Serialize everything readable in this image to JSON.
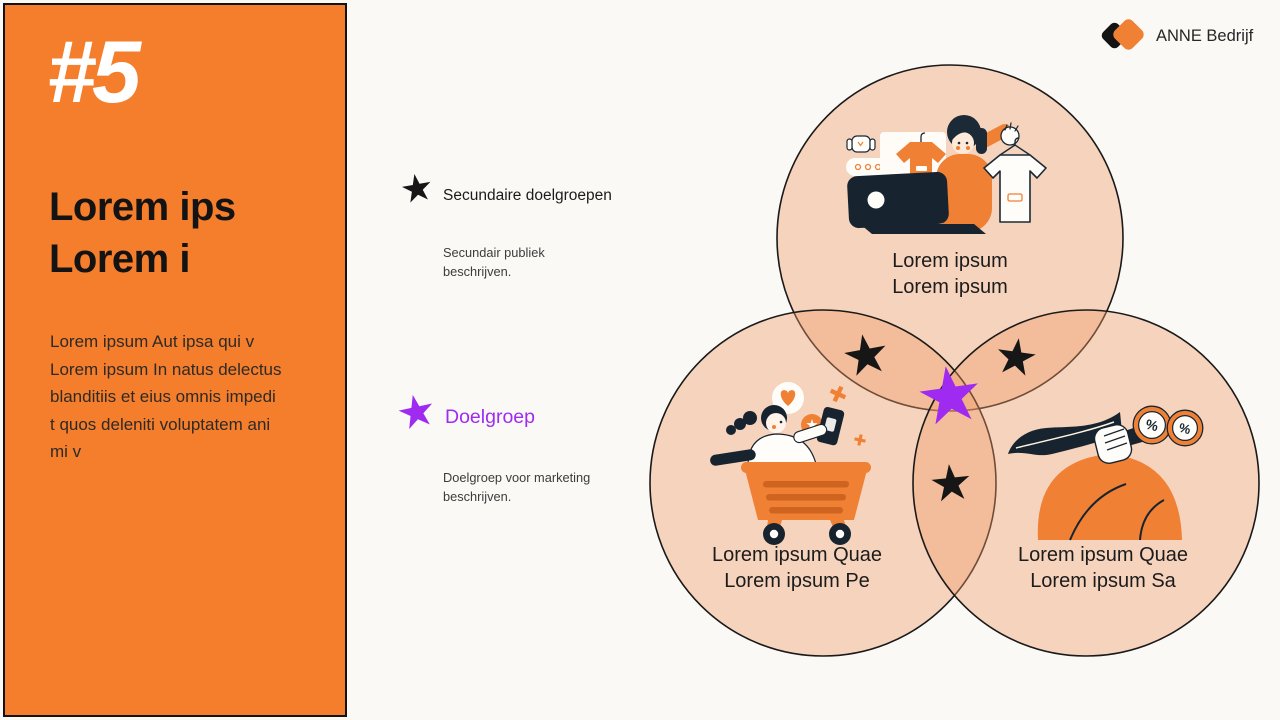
{
  "slide": {
    "number": "#5",
    "title_line1": "Lorem ips",
    "title_line2": "Lorem i",
    "body_line1": "Lorem ipsum Aut ipsa qui v",
    "body_line2": "Lorem ipsum In natus delectus",
    "body_line3": "blanditiis et eius omnis impedi",
    "body_line4": "t quos deleniti voluptatem ani",
    "body_line5": "mi v"
  },
  "brand": {
    "name": "ANNE Bedrijf"
  },
  "legend": {
    "secondary": {
      "label": "Secundaire doelgroepen",
      "description_line1": "Secundair publiek",
      "description_line2": "beschrijven."
    },
    "primary": {
      "label": "Doelgroep",
      "description_line1": "Doelgroep voor marketing",
      "description_line2": "beschrijven."
    }
  },
  "venn": {
    "top_circle": {
      "label_line1": "Lorem ipsum",
      "label_line2": "Lorem ipsum"
    },
    "bottom_left_circle": {
      "label_line1": "Lorem ipsum Quae",
      "label_line2": "Lorem ipsum Pe"
    },
    "bottom_right_circle": {
      "label_line1": "Lorem ipsum Quae",
      "label_line2": "Lorem ipsum Sa"
    },
    "percent_symbol": "%"
  },
  "colors": {
    "panel_orange": "#F57E2C",
    "accent_purple": "#9F2BF0",
    "star_black": "#161616",
    "circle_fill": "#F09A66",
    "circle_outline": "#1A1A1A",
    "illustration_orange": "#F08034",
    "illustration_dark": "#1B2A36",
    "background": "#FBF9F6"
  }
}
